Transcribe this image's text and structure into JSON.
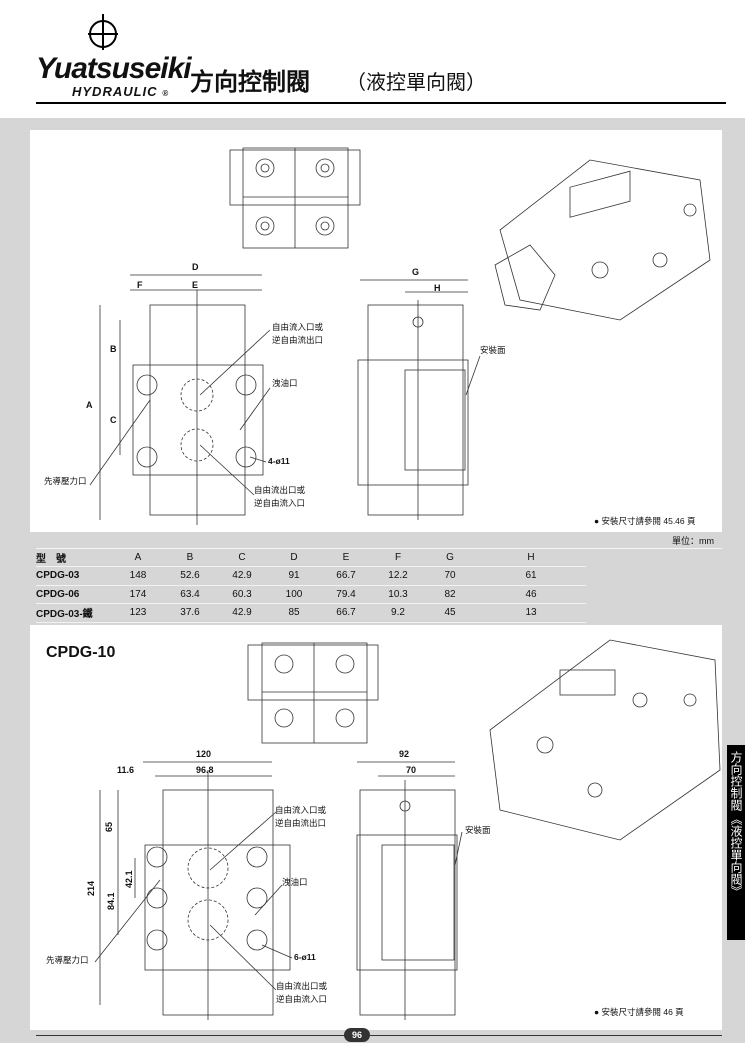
{
  "header": {
    "brand": "Yuatsuseiki",
    "brand_sub": "HYDRAULIC",
    "registered": "®",
    "title": "方向控制閥",
    "subtitle": "（液控單向閥）"
  },
  "top_drawing": {
    "dims": {
      "D": "D",
      "E": "E",
      "F": "F",
      "G": "G",
      "H": "H",
      "A": "A",
      "B": "B",
      "C": "C"
    },
    "callouts": {
      "free_in_1": "自由流入口或",
      "free_in_2": "逆自由流出口",
      "drain": "洩油口",
      "holes": "4-ø11",
      "free_out_1": "自由流出口或",
      "free_out_2": "逆自由流入口",
      "pilot": "先導壓力口",
      "mount": "安裝面"
    },
    "note": "● 安裝尺寸請參閱 45.46 頁"
  },
  "table": {
    "unit": "單位：mm",
    "headers": [
      "型　號",
      "A",
      "B",
      "C",
      "D",
      "E",
      "F",
      "G",
      "H"
    ],
    "rows": [
      [
        "CPDG-03",
        "148",
        "52.6",
        "42.9",
        "91",
        "66.7",
        "12.2",
        "70",
        "61"
      ],
      [
        "CPDG-06",
        "174",
        "63.4",
        "60.3",
        "100",
        "79.4",
        "10.3",
        "82",
        "46"
      ],
      [
        "CPDG-03-鐵",
        "123",
        "37.6",
        "42.9",
        "85",
        "66.7",
        "9.2",
        "45",
        "13"
      ]
    ]
  },
  "bottom_drawing": {
    "title": "CPDG-10",
    "dims": {
      "w120": "120",
      "w11_6": "11.6",
      "w96_8": "96.8",
      "w92": "92",
      "w70": "70",
      "h65": "65",
      "h214": "214",
      "h42_1": "42.1",
      "h84_1": "84.1"
    },
    "callouts": {
      "free_in_1": "自由流入口或",
      "free_in_2": "逆自由流出口",
      "drain": "洩油口",
      "holes": "6-ø11",
      "free_out_1": "自由流出口或",
      "free_out_2": "逆自由流入口",
      "pilot": "先導壓力口",
      "mount": "安裝面"
    },
    "note": "● 安裝尺寸請參閱 46 頁"
  },
  "side_tab": {
    "line1": "方向控制閥",
    "line2": "《液控單向閥》"
  },
  "page_number": "96"
}
